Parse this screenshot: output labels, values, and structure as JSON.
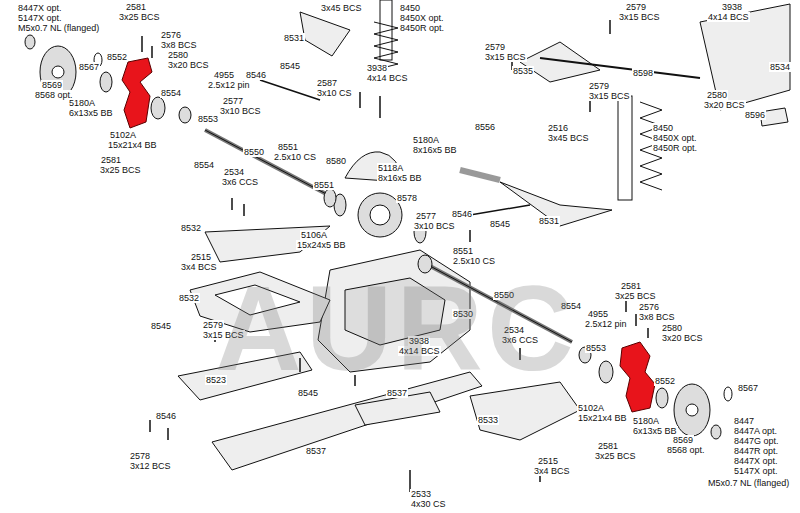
{
  "diagram": {
    "labels": [
      "8447X opt.",
      "5147X opt.",
      "M5x0.7 NL (flanged)",
      "2581",
      "3x25 BCS",
      "2576",
      "3x8 BCS",
      "2580",
      "3x20 BCS",
      "8567",
      "8552",
      "8569",
      "8568 opt.",
      "5180A",
      "6x13x5 BB",
      "4955",
      "2.5x12 pin",
      "8546",
      "2577",
      "3x10 BCS",
      "8554",
      "8553",
      "5102A",
      "15x21x4 BB",
      "2581",
      "3x25 BCS",
      "8545",
      "8550",
      "8551",
      "2.5x10 CS",
      "2534",
      "3x6 CCS",
      "8554",
      "8551",
      "3x45 BCS",
      "8531",
      "8450",
      "8450X opt.",
      "8450R opt.",
      "2587",
      "3x10 CS",
      "3938",
      "4x14 BCS",
      "5180A",
      "8x16x5 BB",
      "8556",
      "5118A",
      "8x16x5 BB",
      "8580",
      "8578",
      "2577",
      "3x10 BCS",
      "8546",
      "8545",
      "8531",
      "8532",
      "5106A",
      "15x24x5 BB",
      "8551",
      "2.5x10 CS",
      "2515",
      "3x4 BCS",
      "8532",
      "8550",
      "8545",
      "2579",
      "3x15 BCS",
      "8530",
      "3938",
      "4x14 BCS",
      "8523",
      "8545",
      "8537",
      "8546",
      "8537",
      "2578",
      "3x12 BCS",
      "2533",
      "4x30 CS",
      "2515",
      "3x4 BCS",
      "8533",
      "2534",
      "3x6 CCS",
      "8554",
      "4955",
      "2.5x12 pin",
      "8553",
      "2581",
      "3x25 BCS",
      "2576",
      "3x8 BCS",
      "2580",
      "3x20 BCS",
      "8552",
      "5102A",
      "15x21x4 BB",
      "5180A",
      "6x13x5 BB",
      "2581",
      "3x25 BCS",
      "8569",
      "8568 opt.",
      "8567",
      "8447",
      "8447A opt.",
      "8447G opt.",
      "8447R opt.",
      "8447X opt.",
      "5147X opt.",
      "M5x0.7 NL (flanged)",
      "2579",
      "3x15 BCS",
      "3938",
      "4x14 BCS",
      "8598",
      "2579",
      "3x15 BCS",
      "8535",
      "2579",
      "3x15 BCS",
      "8534",
      "2580",
      "3x20 BCS",
      "8596",
      "2516",
      "3x45 BCS",
      "8450",
      "8450X opt.",
      "8450R opt.",
      "AURC"
    ]
  }
}
